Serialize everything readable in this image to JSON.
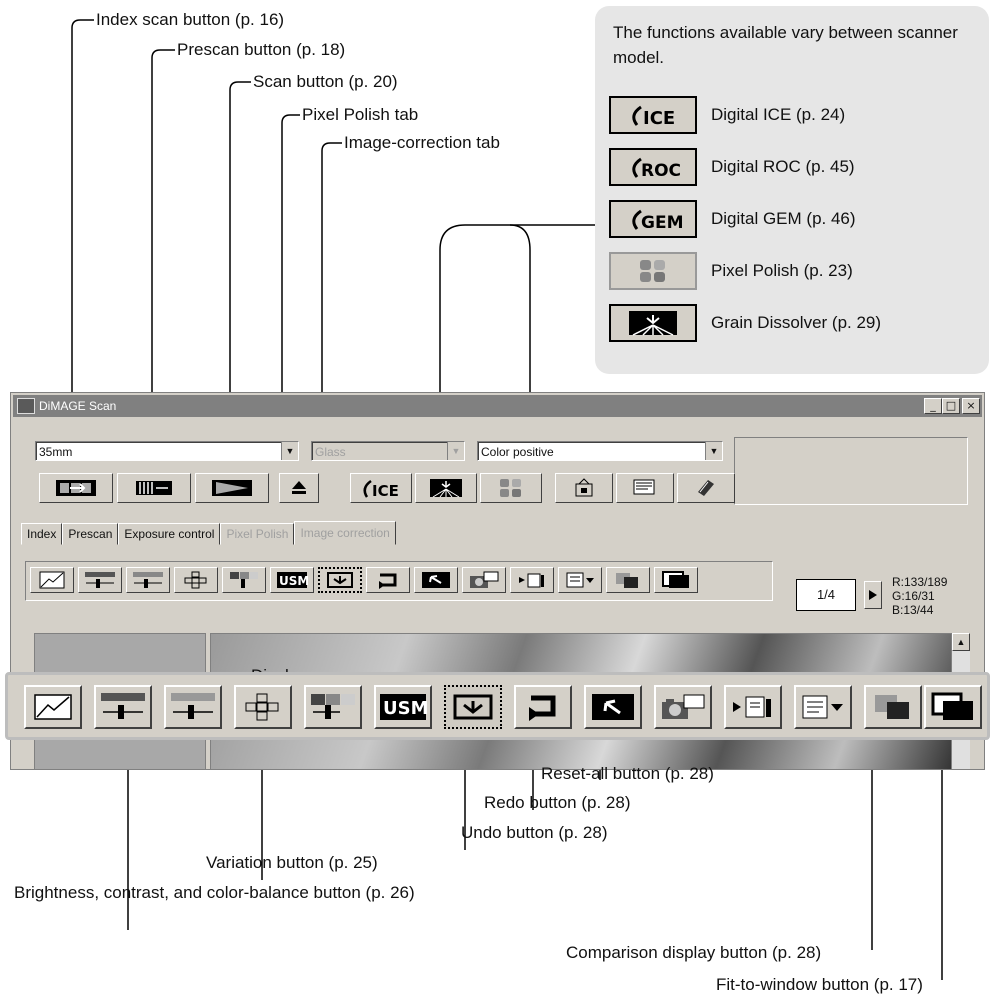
{
  "callouts": {
    "index_scan": "Index scan button (p. 16)",
    "prescan": "Prescan button (p. 18)",
    "scan": "Scan button (p. 20)",
    "pixel_polish_tab": "Pixel Polish tab",
    "image_correction_tab": "Image-correction tab",
    "display_area": "Display area",
    "reset_all": "Reset-all button (p. 28)",
    "redo": "Redo button (p. 28)",
    "undo": "Undo button (p. 28)",
    "variation": "Variation button (p. 25)",
    "brightness": "Brightness, contrast, and color-balance button (p. 26)",
    "comparison": "Comparison display button (p. 28)",
    "fit_to_window": "Fit-to-window button (p. 17)"
  },
  "legend": {
    "intro": "The functions available vary between scanner model.",
    "items": [
      {
        "icon": "ICE",
        "label": "Digital ICE (p. 24)"
      },
      {
        "icon": "ROC",
        "label": "Digital ROC (p. 45)"
      },
      {
        "icon": "GEM",
        "label": "Digital GEM (p. 46)"
      },
      {
        "icon": "pixel-polish-icon",
        "label": "Pixel Polish (p. 23)"
      },
      {
        "icon": "grain-dissolver-icon",
        "label": "Grain Dissolver (p. 29)"
      }
    ]
  },
  "window": {
    "title": "DiMAGE Scan",
    "controls": [
      "_",
      "□",
      "×"
    ],
    "film_format": "35mm",
    "film_type_disabled": "Glass",
    "color_mode": "Color positive",
    "tabs": [
      "Index",
      "Prescan",
      "Exposure control",
      "Pixel Polish",
      "Image correction"
    ],
    "frame_counter": "1/4",
    "rgb": {
      "r": "R:133/189",
      "g": "G:16/31",
      "b": "B:13/44"
    }
  },
  "colors": {
    "window_face": "#d4d0c8",
    "titlebar": "#808080",
    "legend_bg": "#e6e6e6"
  }
}
